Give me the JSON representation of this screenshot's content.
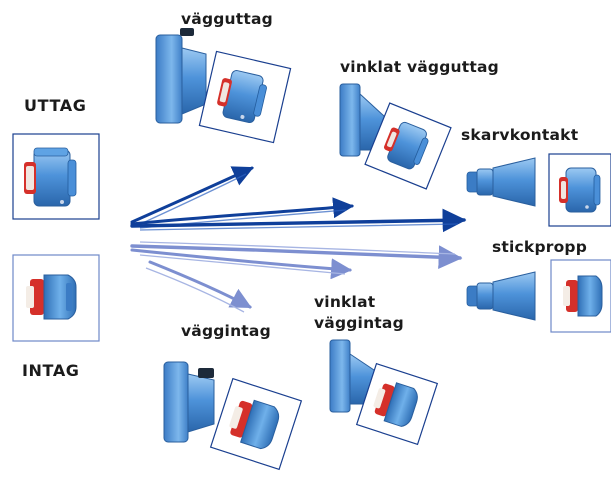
{
  "labels": {
    "uttag": "UTTAG",
    "intag": "INTAG",
    "vagguttag": "vägguttag",
    "vinklat_vagguttag": "vinklat vägguttag",
    "skarvkontakt": "skarvkontakt",
    "stickpropp": "stickpropp",
    "vaggintag": "väggintag",
    "vinklat_vaggintag_line1": "vinklat",
    "vinklat_vaggintag_line2": "väggintag"
  },
  "colors": {
    "frame": "#1a3f8f",
    "frame_light": "#6f88c9",
    "socket_blue": "#4a8fd8",
    "socket_light": "#8fc0ef",
    "socket_dark": "#245d9e",
    "cap_red": "#d5302a",
    "arrow_dark": "#0f3f9a",
    "arrow_light": "#7d8fd0",
    "label_text": "#1b1b1b"
  },
  "icons": {
    "uttag": "blue-socket-outlet-icon",
    "intag": "blue-inlet-plug-icon",
    "vagguttag": "wall-socket-icon",
    "vinklat_vagguttag": "angled-wall-socket-icon",
    "skarvkontakt": "extension-connector-icon",
    "stickpropp": "plug-icon",
    "vaggintag": "wall-inlet-icon",
    "vinklat_vaggintag": "angled-wall-inlet-icon"
  }
}
